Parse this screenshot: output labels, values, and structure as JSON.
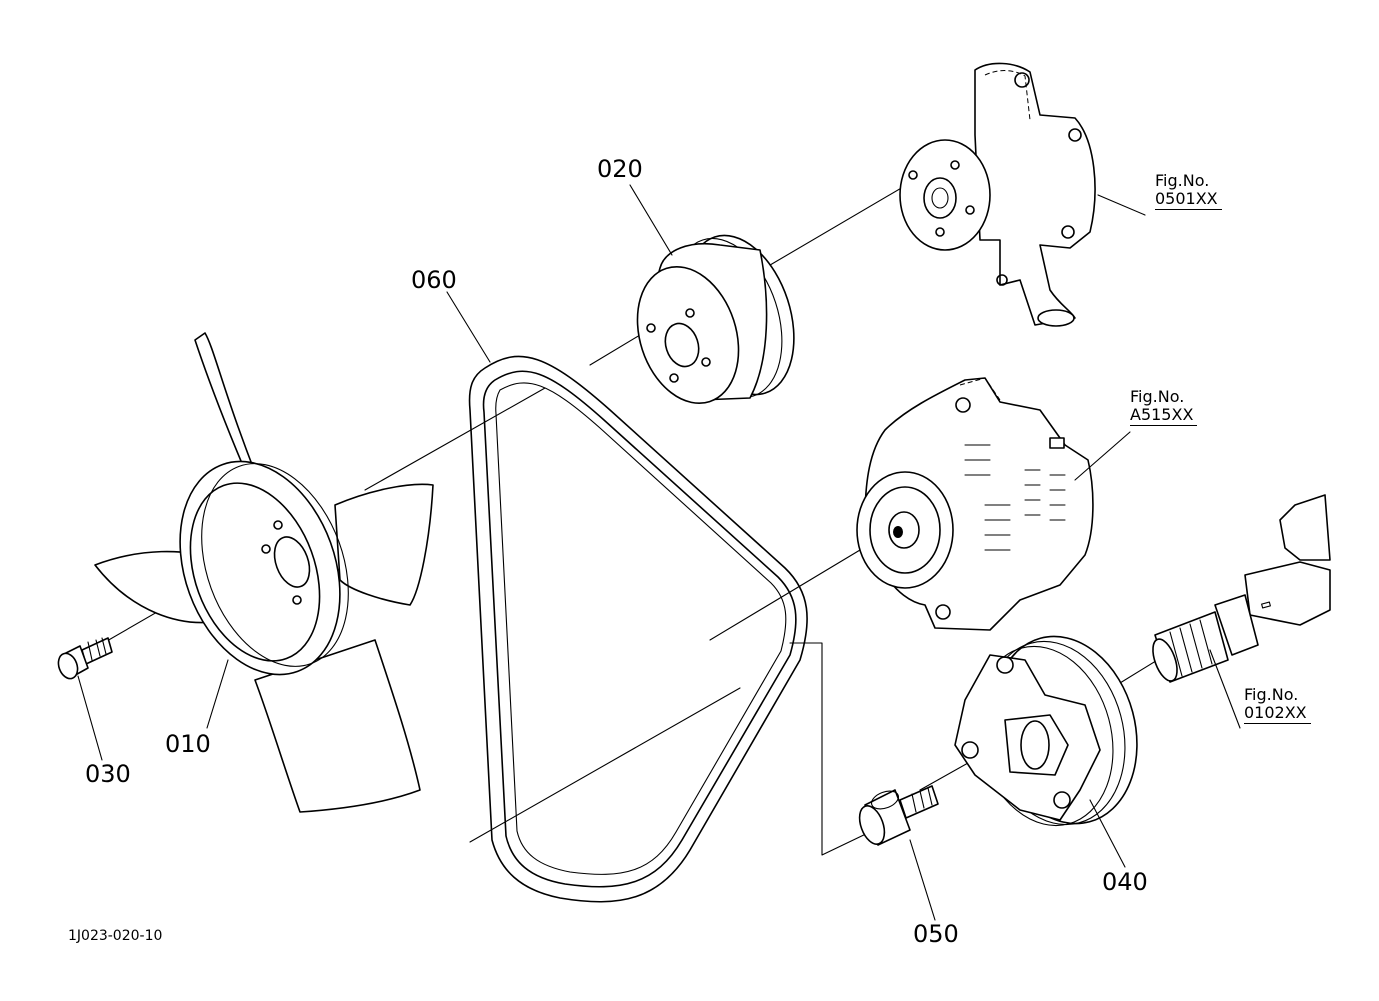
{
  "parts": [
    {
      "id": "p010",
      "label": "010"
    },
    {
      "id": "p020",
      "label": "020"
    },
    {
      "id": "p030",
      "label": "030"
    },
    {
      "id": "p040",
      "label": "040"
    },
    {
      "id": "p050",
      "label": "050"
    },
    {
      "id": "p060",
      "label": "060"
    }
  ],
  "references": [
    {
      "prefix": "Fig.No.",
      "code": "0501XX"
    },
    {
      "prefix": "Fig.No.",
      "code": "A515XX"
    },
    {
      "prefix": "Fig.No.",
      "code": "0102XX"
    }
  ],
  "drawing_number": "1J023-020-10",
  "icons": [
    "fan-icon",
    "fan-pulley-icon",
    "water-pump-icon",
    "alternator-icon",
    "crank-pulley-icon",
    "v-belt-icon",
    "bolt-icon",
    "crankshaft-icon"
  ]
}
